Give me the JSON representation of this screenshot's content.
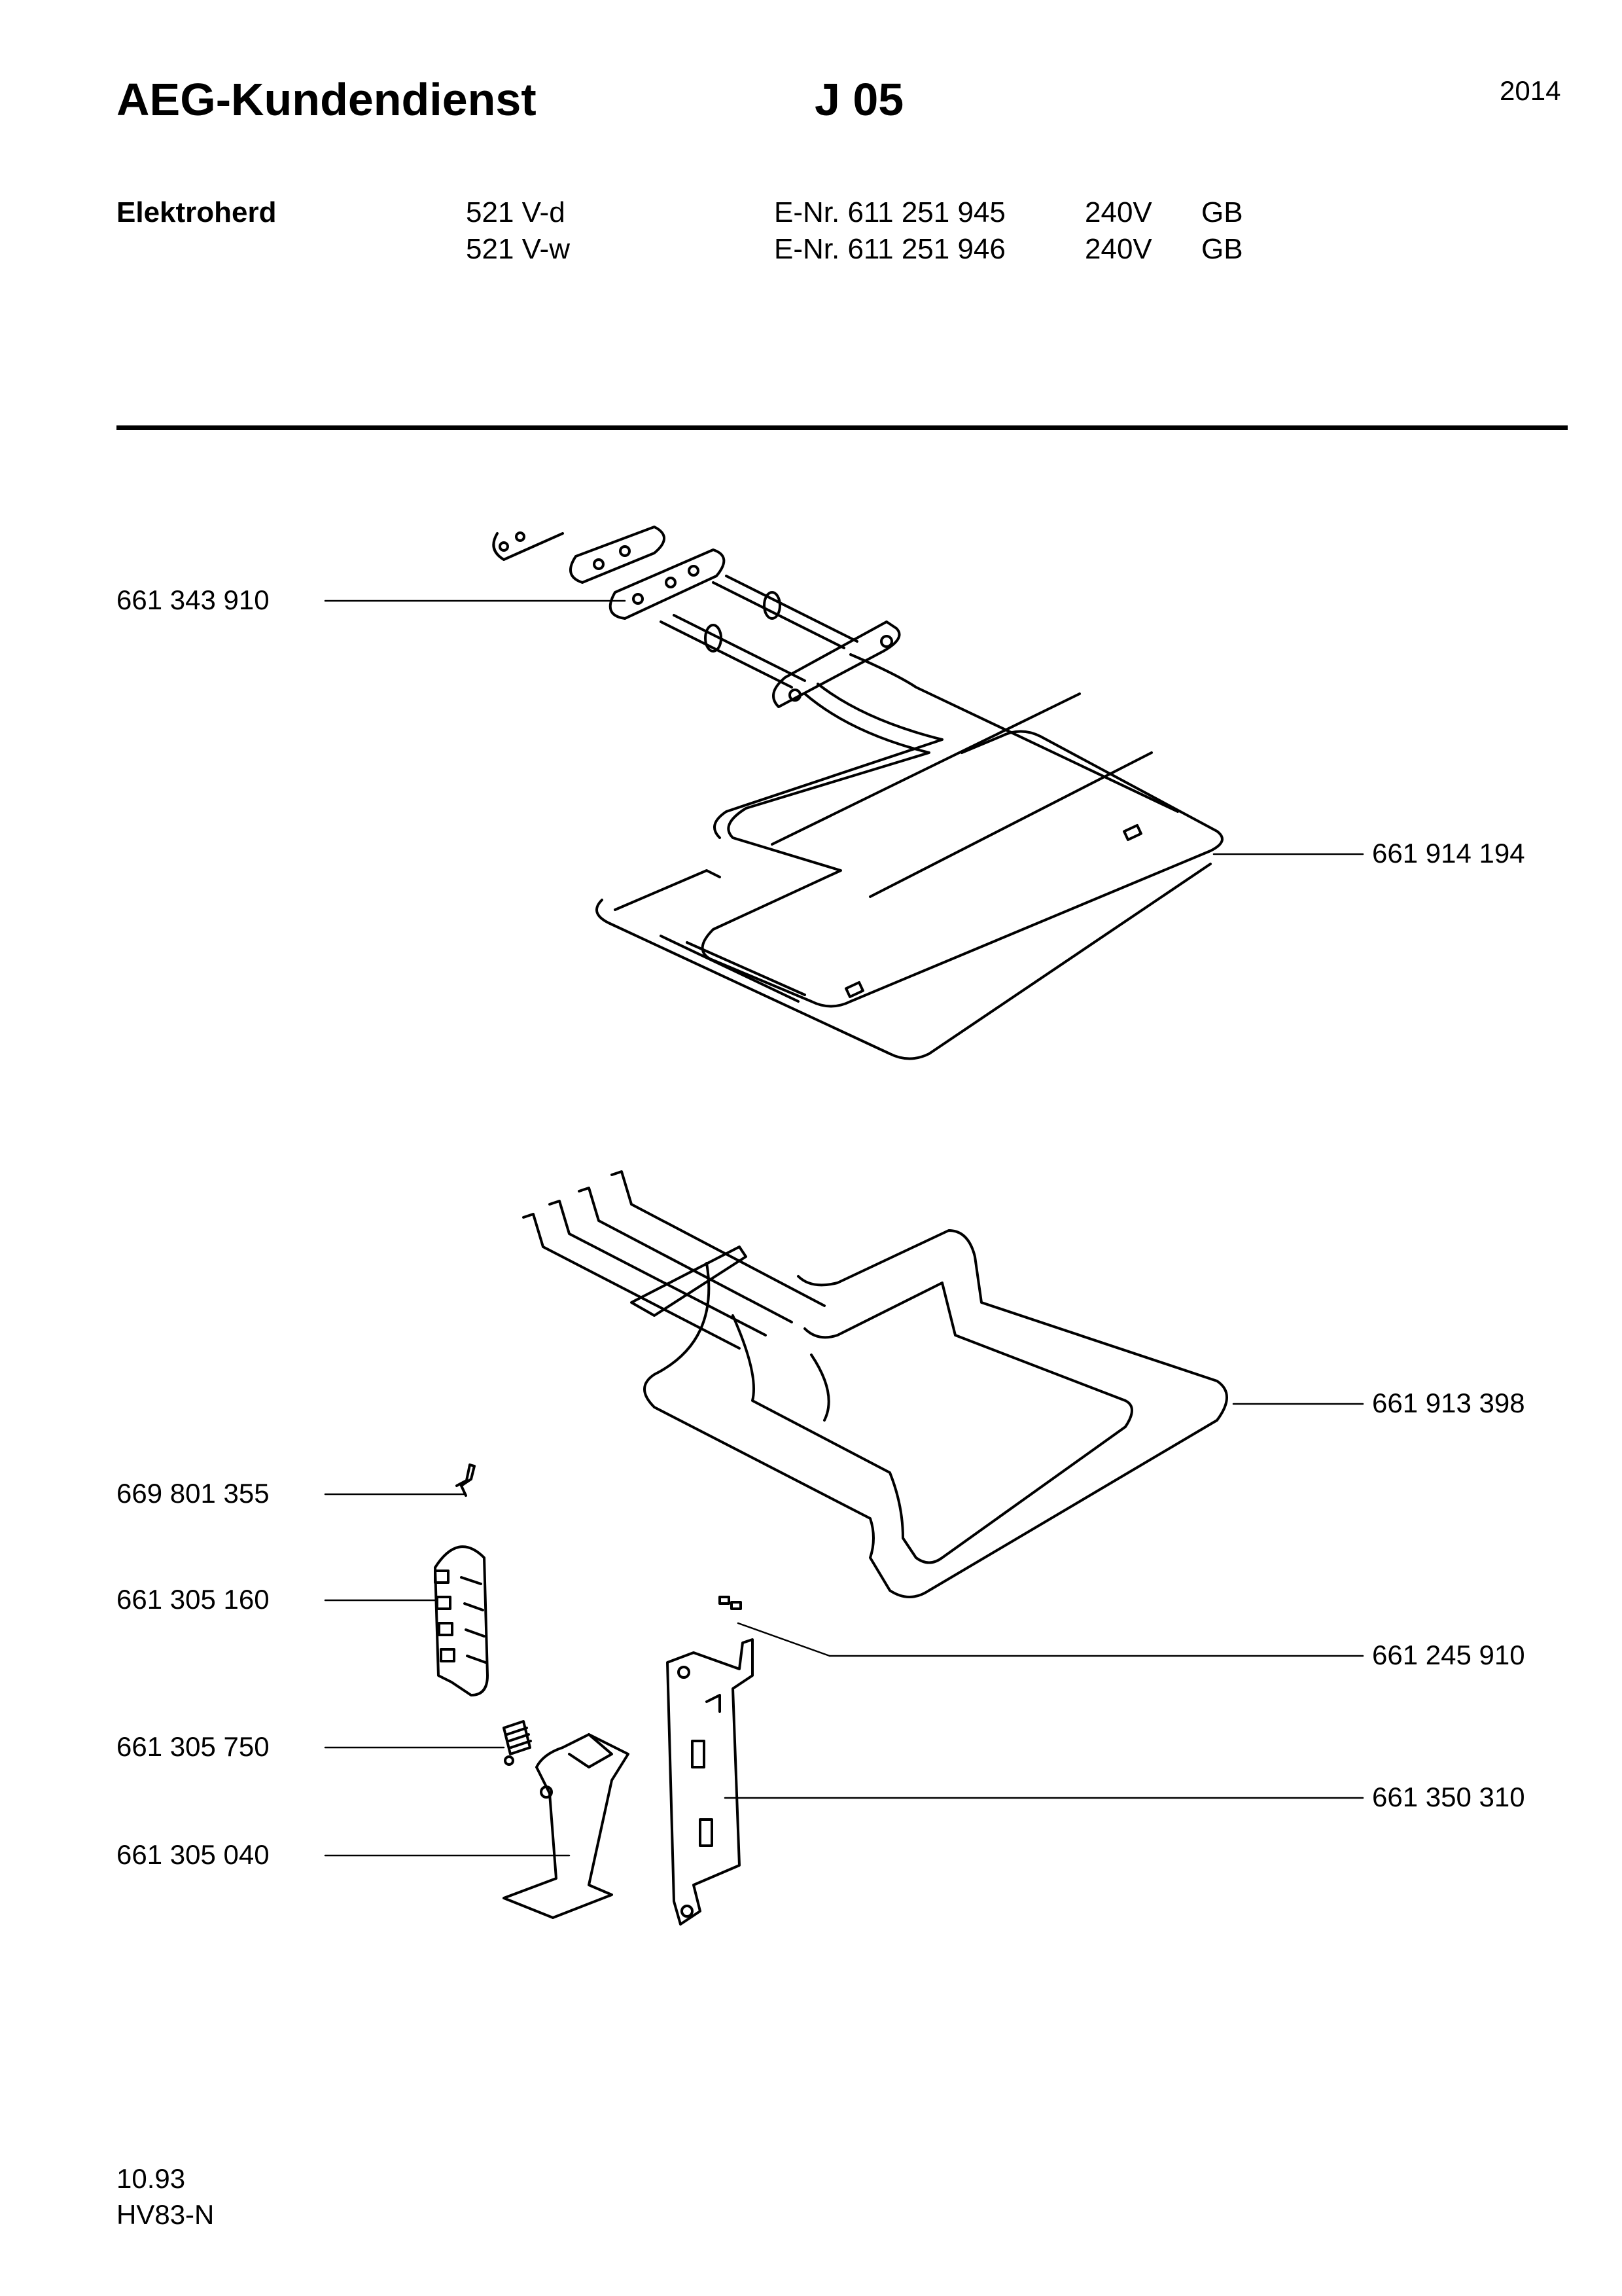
{
  "header": {
    "brand": "AEG-Kundendienst",
    "code": "J 05",
    "year": "2014"
  },
  "product": {
    "type": "Elektroherd",
    "models": [
      {
        "model": "521 V-d",
        "enr": "E-Nr. 611 251 945",
        "voltage": "240V",
        "country": "GB"
      },
      {
        "model": "521 V-w",
        "enr": "E-Nr. 611 251 946",
        "voltage": "240V",
        "country": "GB"
      }
    ]
  },
  "parts": [
    "661 343 910",
    "661 914 194",
    "661 913 398",
    "669 801 355",
    "661 305 160",
    "661 245 910",
    "661 305 750",
    "661 350 310",
    "661 305 040"
  ],
  "footer": {
    "date": "10.93",
    "ref": "HV83-N"
  }
}
